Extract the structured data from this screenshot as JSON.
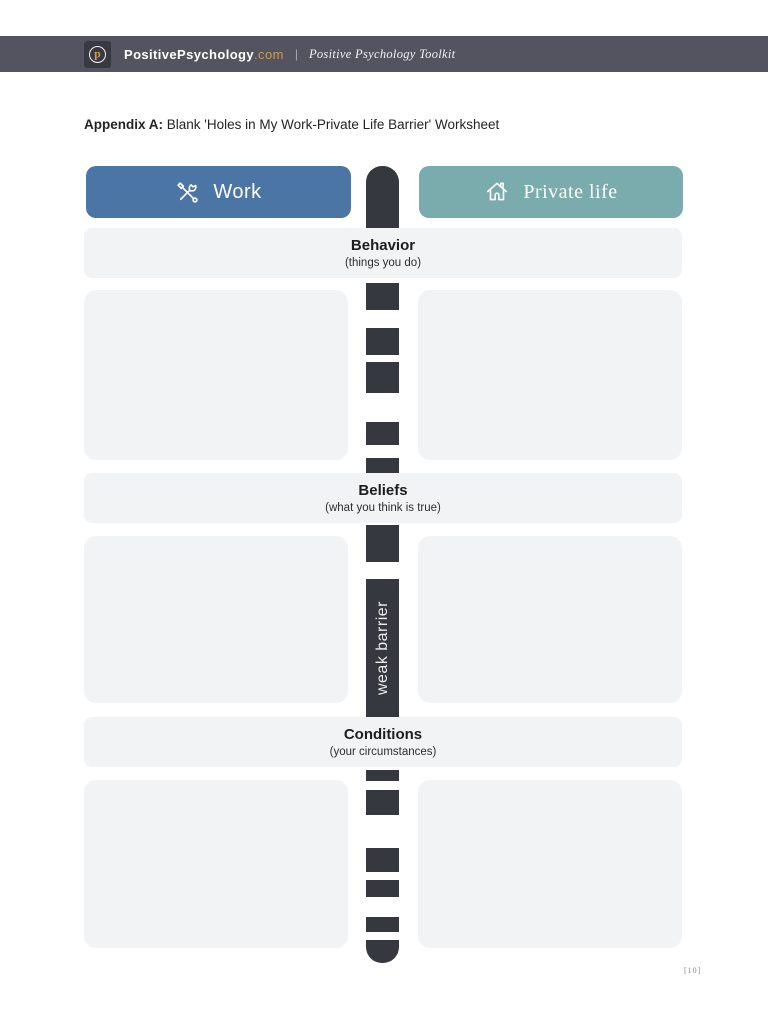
{
  "header": {
    "brand": "PositivePsychology",
    "brand_suffix": ".com",
    "separator": "|",
    "tagline": "Positive Psychology Toolkit",
    "logo_letter": "p",
    "bar_color": "#53545f",
    "accent_color": "#cf9b4f"
  },
  "title": {
    "prefix": "Appendix A:",
    "text": " Blank 'Holes in My Work-Private Life Barrier' Worksheet"
  },
  "columns": {
    "work": {
      "label": "Work",
      "icon": "crossed-tools-icon",
      "color": "#4b75a5"
    },
    "private": {
      "label": "Private life",
      "icon": "home-icon",
      "color": "#7aabad"
    }
  },
  "barrier": {
    "label": "weak barrier",
    "color": "#35393f"
  },
  "panel_color": "#f2f3f4",
  "sections": [
    {
      "title": "Behavior",
      "subtitle": "(things you do)"
    },
    {
      "title": "Beliefs",
      "subtitle": "(what you think is true)"
    },
    {
      "title": "Conditions",
      "subtitle": "(your circumstances)"
    }
  ],
  "footer": {
    "page_number": "[10]"
  }
}
